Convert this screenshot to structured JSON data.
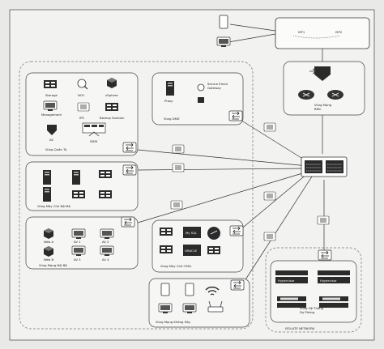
{
  "isp": {
    "isp1": "ISP1",
    "isp2": "ISP2"
  },
  "zones": {
    "bien": "Vùng Mạng\nBiên",
    "quan_tri": "Vùng Quản Trị",
    "dmz": "Vùng DMZ",
    "may_chu_noi_bo": "Vùng Máy Chủ Nội Bộ",
    "mang_noi_bo": "Vùng Mạng Nội Bộ",
    "may_chu_csdl": "Vùng Máy Chủ CSDL",
    "khong_day": "Vùng Mạng Không Dây",
    "du_phong": "Vùng Hệ Thống\nDự Phòng"
  },
  "quan_tri_labels": {
    "storage": "Storage",
    "noc": "NOC",
    "vsphere": "vSphere",
    "management": "Management",
    "ips": "IPS",
    "backup": "Backup Solution",
    "av": "AV",
    "siem": "SIEM"
  },
  "dmz_labels": {
    "proxy": "Proxy",
    "gateway": "Secure Email\nGateway"
  },
  "noi_bo_labels": [
    "Web A",
    "AV 1",
    "AV 2",
    "Web B",
    "AV 3",
    "AV 4"
  ],
  "csdl_labels": [
    "My SQL",
    "ORACLE",
    ""
  ],
  "du_phong_labels": [
    "Hypervisor",
    "Hypervisor"
  ],
  "isolate": "ISOLATE NETWORK",
  "colors": {
    "background": "#e9e9e7",
    "device": "#2b2b2b",
    "line": "#333333"
  }
}
